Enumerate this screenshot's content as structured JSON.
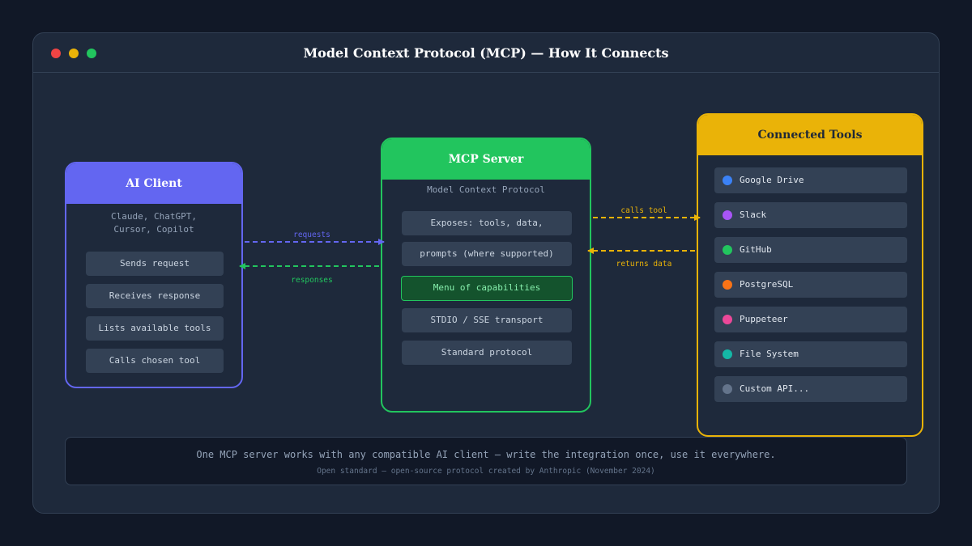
{
  "window": {
    "title": "Model Context Protocol (MCP) — How It Connects"
  },
  "client": {
    "header": "AI Client",
    "subtitle_line1": "Claude, ChatGPT,",
    "subtitle_line2": "Cursor, Copilot",
    "items": [
      "Sends request",
      "Receives response",
      "Lists available tools",
      "Calls chosen tool"
    ],
    "color": "#6366f1"
  },
  "server": {
    "header": "MCP Server",
    "subtitle": "Model Context Protocol",
    "items": [
      "Exposes: tools, data,",
      "prompts (where supported)",
      "Menu of capabilities",
      "STDIO / SSE transport",
      "Standard protocol"
    ],
    "highlight_item": "Menu of capabilities",
    "color": "#22c55e"
  },
  "tools": {
    "header": "Connected Tools",
    "color": "#eab308",
    "items": [
      {
        "label": "Google Drive",
        "color": "#3b82f6"
      },
      {
        "label": "Slack",
        "color": "#a855f7"
      },
      {
        "label": "GitHub",
        "color": "#22c55e"
      },
      {
        "label": "PostgreSQL",
        "color": "#f97316"
      },
      {
        "label": "Puppeteer",
        "color": "#ec4899"
      },
      {
        "label": "File System",
        "color": "#14b8a6"
      },
      {
        "label": "Custom API...",
        "color": "#64748b"
      }
    ]
  },
  "arrows": {
    "requests": "requests",
    "responses": "responses",
    "calls_tool": "calls tool",
    "returns_data": "returns data",
    "requests_color": "#6366f1",
    "responses_color": "#22c55e",
    "tools_color": "#eab308"
  },
  "footer": {
    "main": "One MCP server works with any compatible AI client — write the integration once, use it everywhere.",
    "note": "Open standard — open-source protocol created by Anthropic (November 2024)"
  }
}
